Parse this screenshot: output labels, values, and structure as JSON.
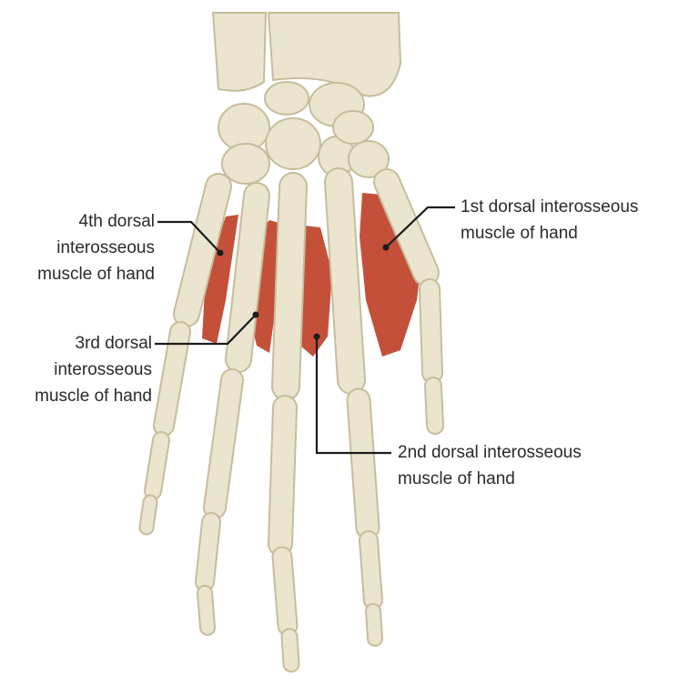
{
  "labels": {
    "fourth": {
      "line1": "4th dorsal",
      "line2": "interosseous",
      "line3": "muscle of hand"
    },
    "third": {
      "line1": "3rd dorsal",
      "line2": "interosseous",
      "line3": "muscle of hand"
    },
    "second": {
      "line1": "2nd dorsal interosseous",
      "line2": "muscle of hand"
    },
    "first": {
      "line1": "1st dorsal interosseous",
      "line2": "muscle of hand"
    }
  },
  "colors": {
    "bone": "#ebe5cf",
    "muscle": "#c5503a",
    "leader": "#1c1c1c",
    "text": "#2a2a2a"
  }
}
